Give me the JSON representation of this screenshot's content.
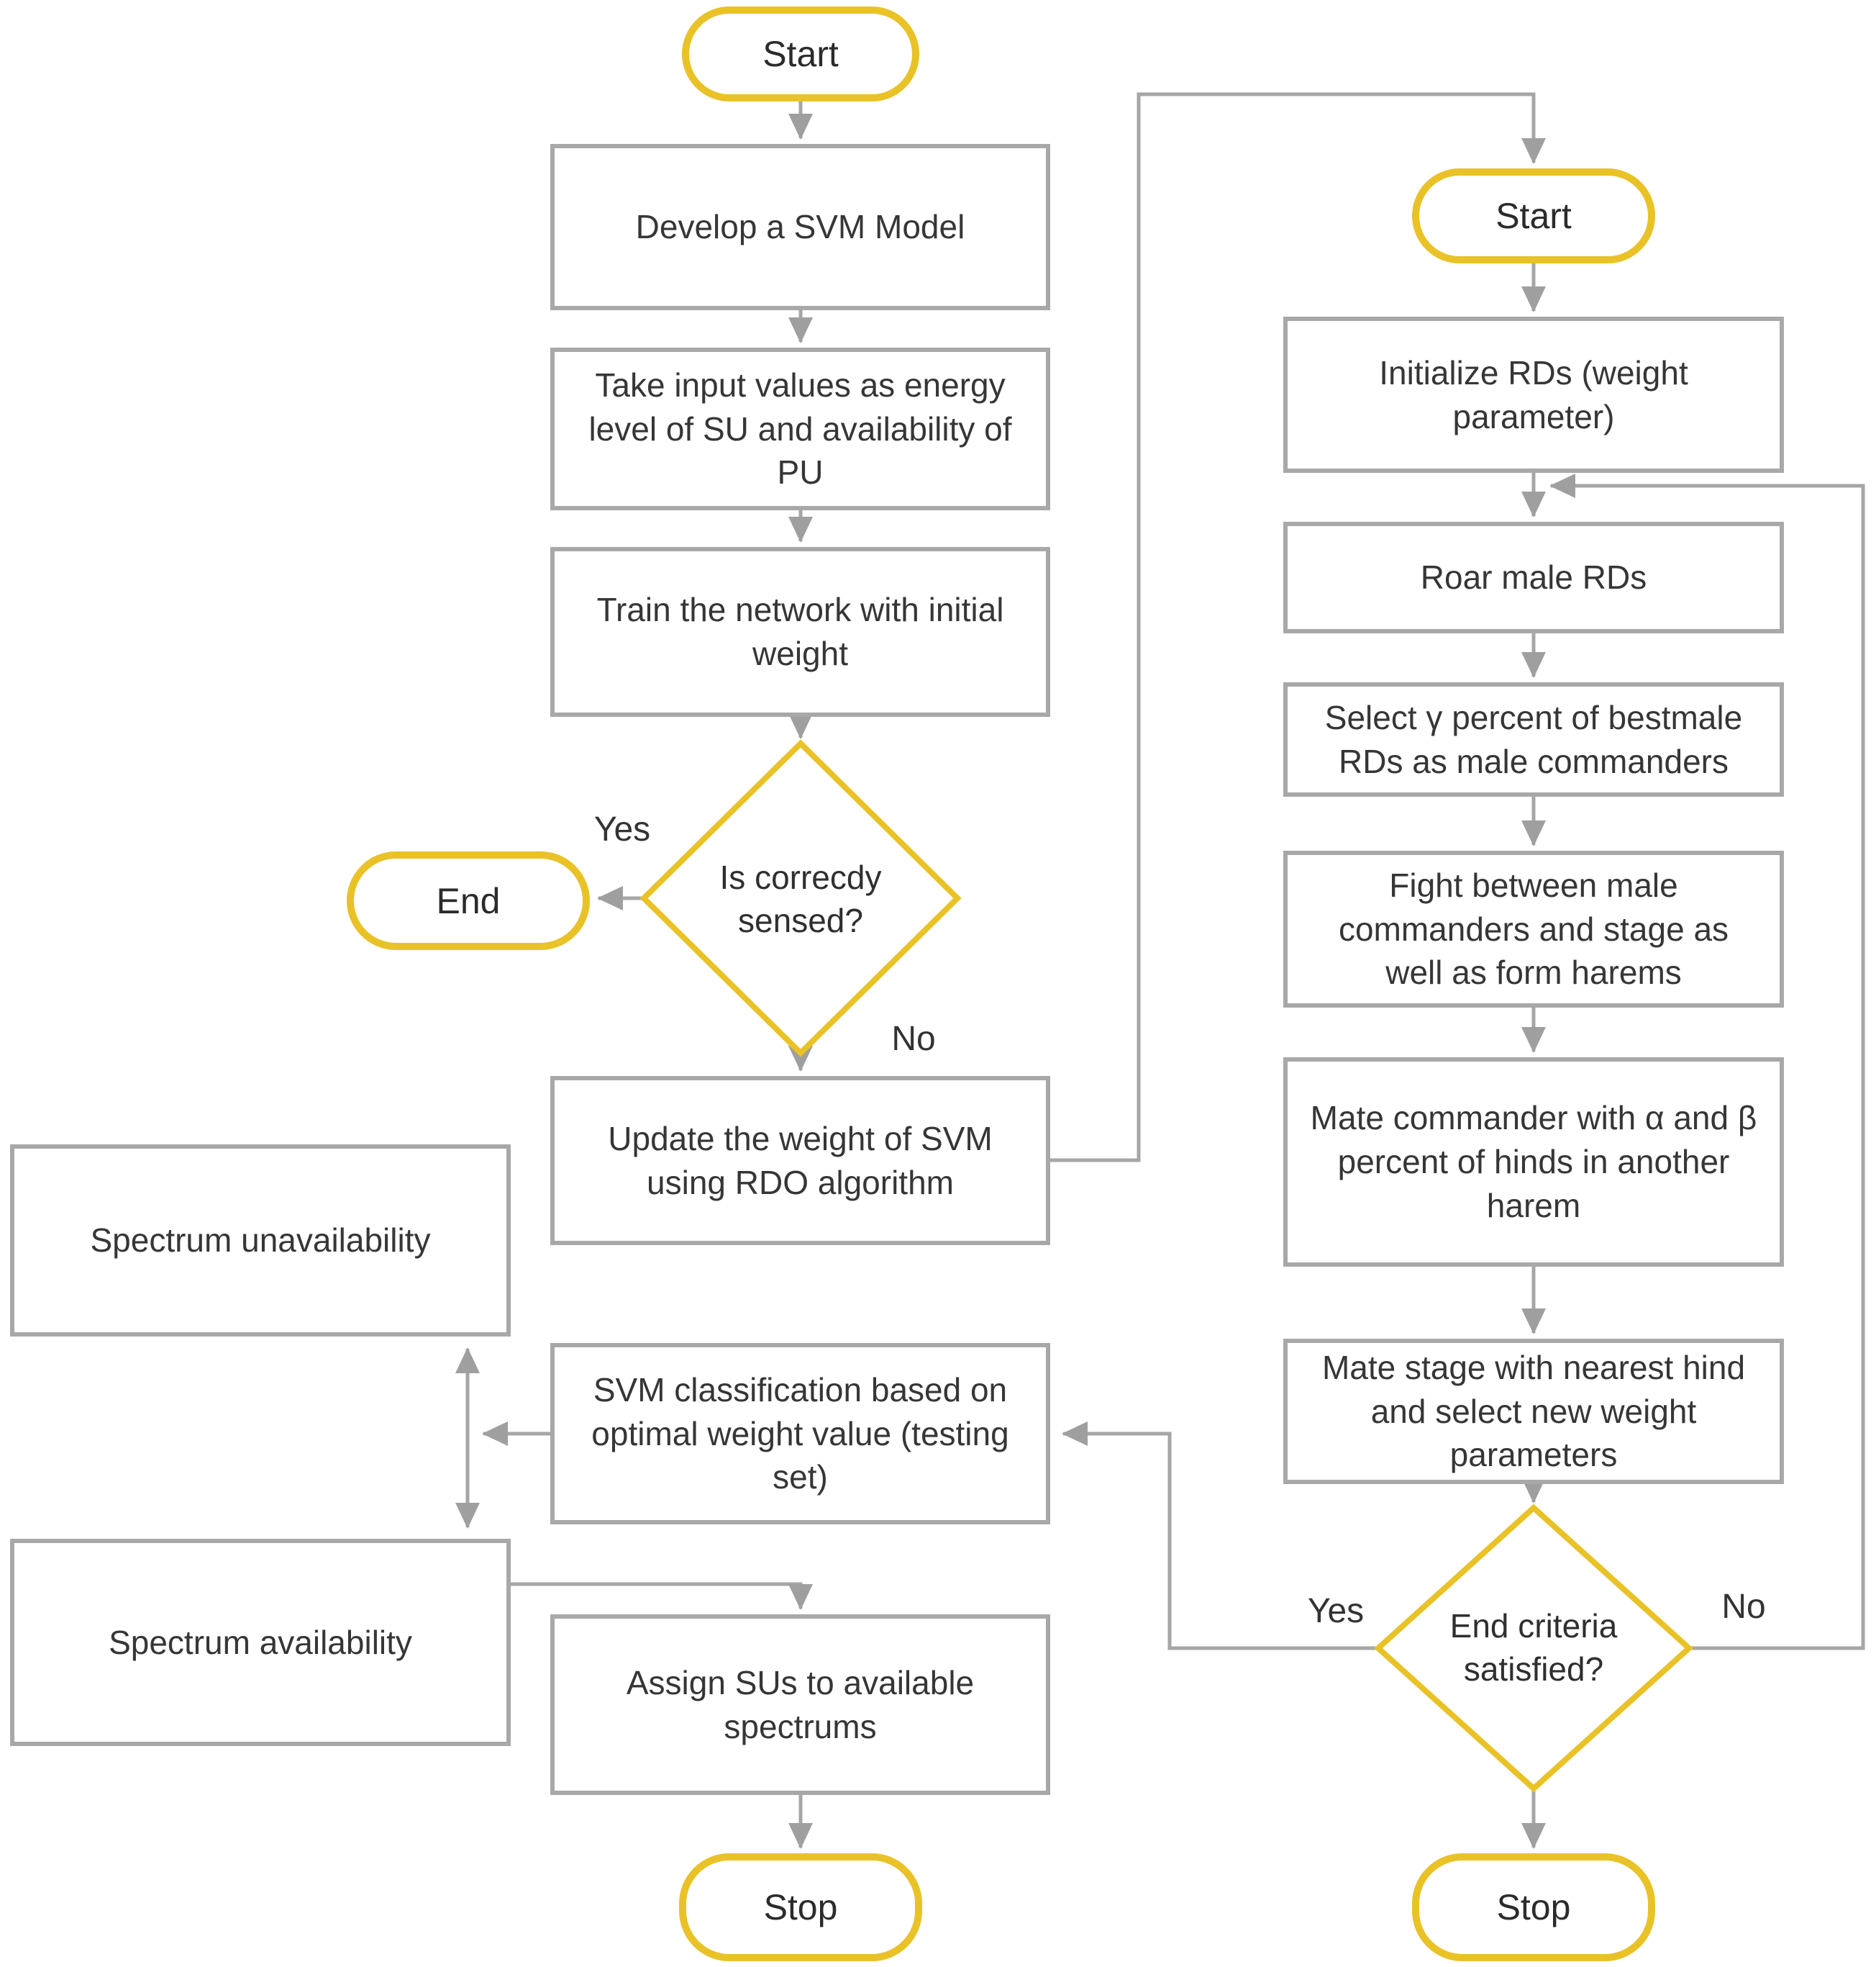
{
  "colors": {
    "accent_yellow": "#e9c227",
    "connector_gray": "#a6a6a6",
    "box_border_gray": "#a8a8a8",
    "text_color": "#363636"
  },
  "left": {
    "start_label": "Start",
    "develop": "Develop a SVM Model",
    "take_input": "Take input values as energy level of SU and availability of PU",
    "train": "Train the network with initial weight",
    "decision": "Is correcdy sensed?",
    "yes": "Yes",
    "no": "No",
    "end_label": "End",
    "update": "Update the weight of SVM using RDO algorithm",
    "spectrum_unavailability": "Spectrum unavailability",
    "svm_classification": "SVM classification based on optimal weight value (testing set)",
    "spectrum_availability": "Spectrum availability",
    "assign": "Assign SUs to available spectrums",
    "stop_label": "Stop"
  },
  "right": {
    "start_label": "Start",
    "initialize": "Initialize RDs (weight parameter)",
    "roar": "Roar male RDs",
    "select": "Select γ percent of bestmale RDs as male commanders",
    "fight": "Fight between male commanders and stage as well as form harems",
    "mate_commander": "Mate commander with α and β percent of hinds in another harem",
    "mate_stage": "Mate stage with nearest hind and select new weight parameters",
    "decision": "End criteria satisfied?",
    "yes": "Yes",
    "no": "No",
    "stop_label": "Stop"
  }
}
